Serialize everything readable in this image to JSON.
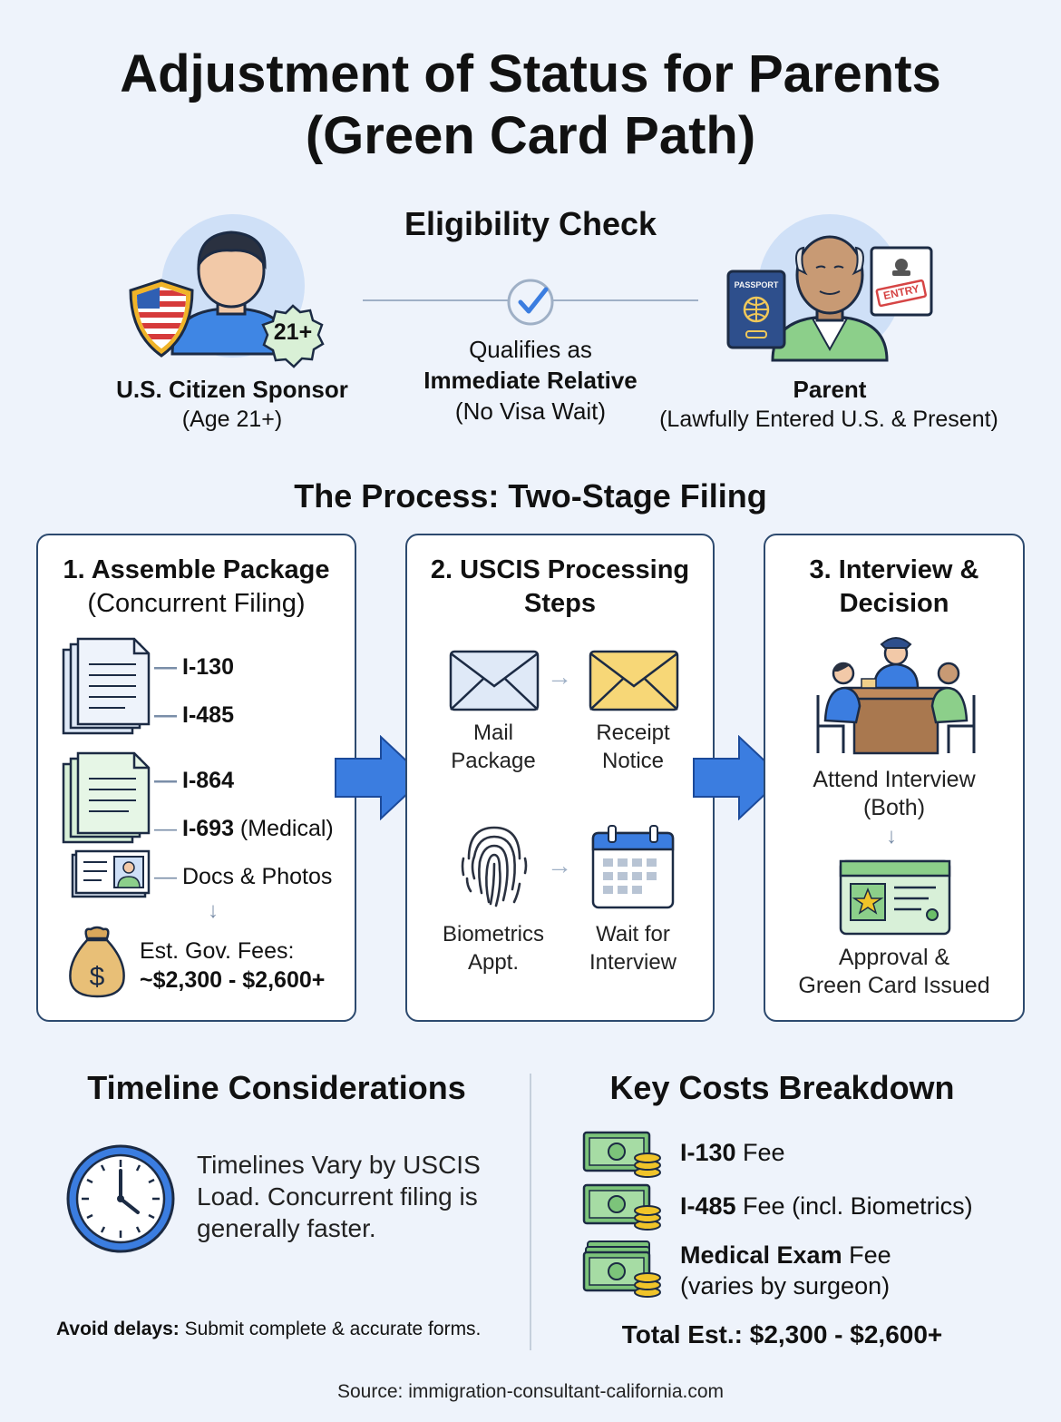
{
  "title_line1": "Adjustment of Status for Parents",
  "title_line2": "(Green Card Path)",
  "eligibility": {
    "heading": "Eligibility Check",
    "sponsor_name": "U.S. Citizen Sponsor",
    "sponsor_age": "(Age 21+)",
    "age_badge": "21+",
    "qualifies_line1": "Qualifies as",
    "qualifies_line2": "Immediate Relative",
    "qualifies_line3": "(No Visa Wait)",
    "parent_name": "Parent",
    "parent_detail": "(Lawfully Entered U.S. & Present)",
    "passport_label": "PASSPORT",
    "entry_stamp": "ENTRY"
  },
  "process": {
    "heading": "The Process: Two-Stage Filing",
    "stage1": {
      "title_line1": "1. Assemble Package",
      "title_line2": "(Concurrent Filing)",
      "forms": [
        "I-130",
        "I-485",
        "I-864",
        "I-693",
        "Docs & Photos"
      ],
      "medical_suffix": " (Medical)",
      "fees_label": "Est. Gov. Fees:",
      "fees_value": "~$2,300 - $2,600+"
    },
    "stage2": {
      "title_line1": "2. USCIS Processing",
      "title_line2": "Steps",
      "mail_line1": "Mail",
      "mail_line2": "Package",
      "receipt_line1": "Receipt",
      "receipt_line2": "Notice",
      "bio_line1": "Biometrics",
      "bio_line2": "Appt.",
      "wait_line1": "Wait for",
      "wait_line2": "Interview"
    },
    "stage3": {
      "title_line1": "3. Interview &",
      "title_line2": "Decision",
      "interview_line1": "Attend Interview",
      "interview_line2": "(Both)",
      "approval_line1": "Approval &",
      "approval_line2": "Green Card Issued"
    }
  },
  "timeline": {
    "heading": "Timeline Considerations",
    "text_line1": "Timelines Vary by USCIS",
    "text_line2": "Load. Concurrent filing is",
    "text_line3": "generally faster.",
    "tip_bold": "Avoid delays:",
    "tip_text": " Submit complete & accurate forms."
  },
  "costs": {
    "heading": "Key Costs Breakdown",
    "row1_bold": "I-130",
    "row1_text": " Fee",
    "row2_bold": "I-485",
    "row2_text": " Fee (incl. Biometrics)",
    "row3_bold": "Medical Exam",
    "row3_text": " Fee",
    "row3_sub": "(varies by surgeon)",
    "total": "Total Est.: $2,300 - $2,600+"
  },
  "source": "Source: immigration-consultant-california.com",
  "colors": {
    "background": "#eef3fb",
    "arrow_blue": "#3b7de0",
    "card_border": "#2d4a6f",
    "doc_blue": "#dfe9f7",
    "doc_green": "#d8f0d8",
    "envelope_yellow": "#f7d777"
  }
}
